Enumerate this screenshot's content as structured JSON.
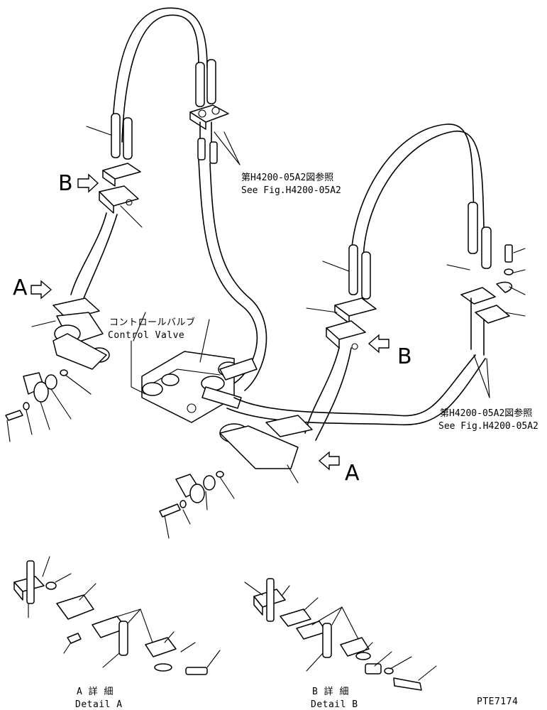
{
  "labels": {
    "control_valve_jp": "コントロールバルブ",
    "control_valve_en": "Control Valve",
    "ref_jp": "第H4200-05A2図参照",
    "ref_en": "See Fig.H4200-05A2",
    "ref2_jp": "第H4200-05A2図参照",
    "ref2_en": "See Fig.H4200-05A2",
    "detail_a_jp": "A 詳 細",
    "detail_a_en": "Detail A",
    "detail_b_jp": "B 詳 細",
    "detail_b_en": "Detail B",
    "drawing_no": "PTE7174",
    "callout_a1": "A",
    "callout_a2": "A",
    "callout_b1": "B",
    "callout_b2": "B"
  }
}
